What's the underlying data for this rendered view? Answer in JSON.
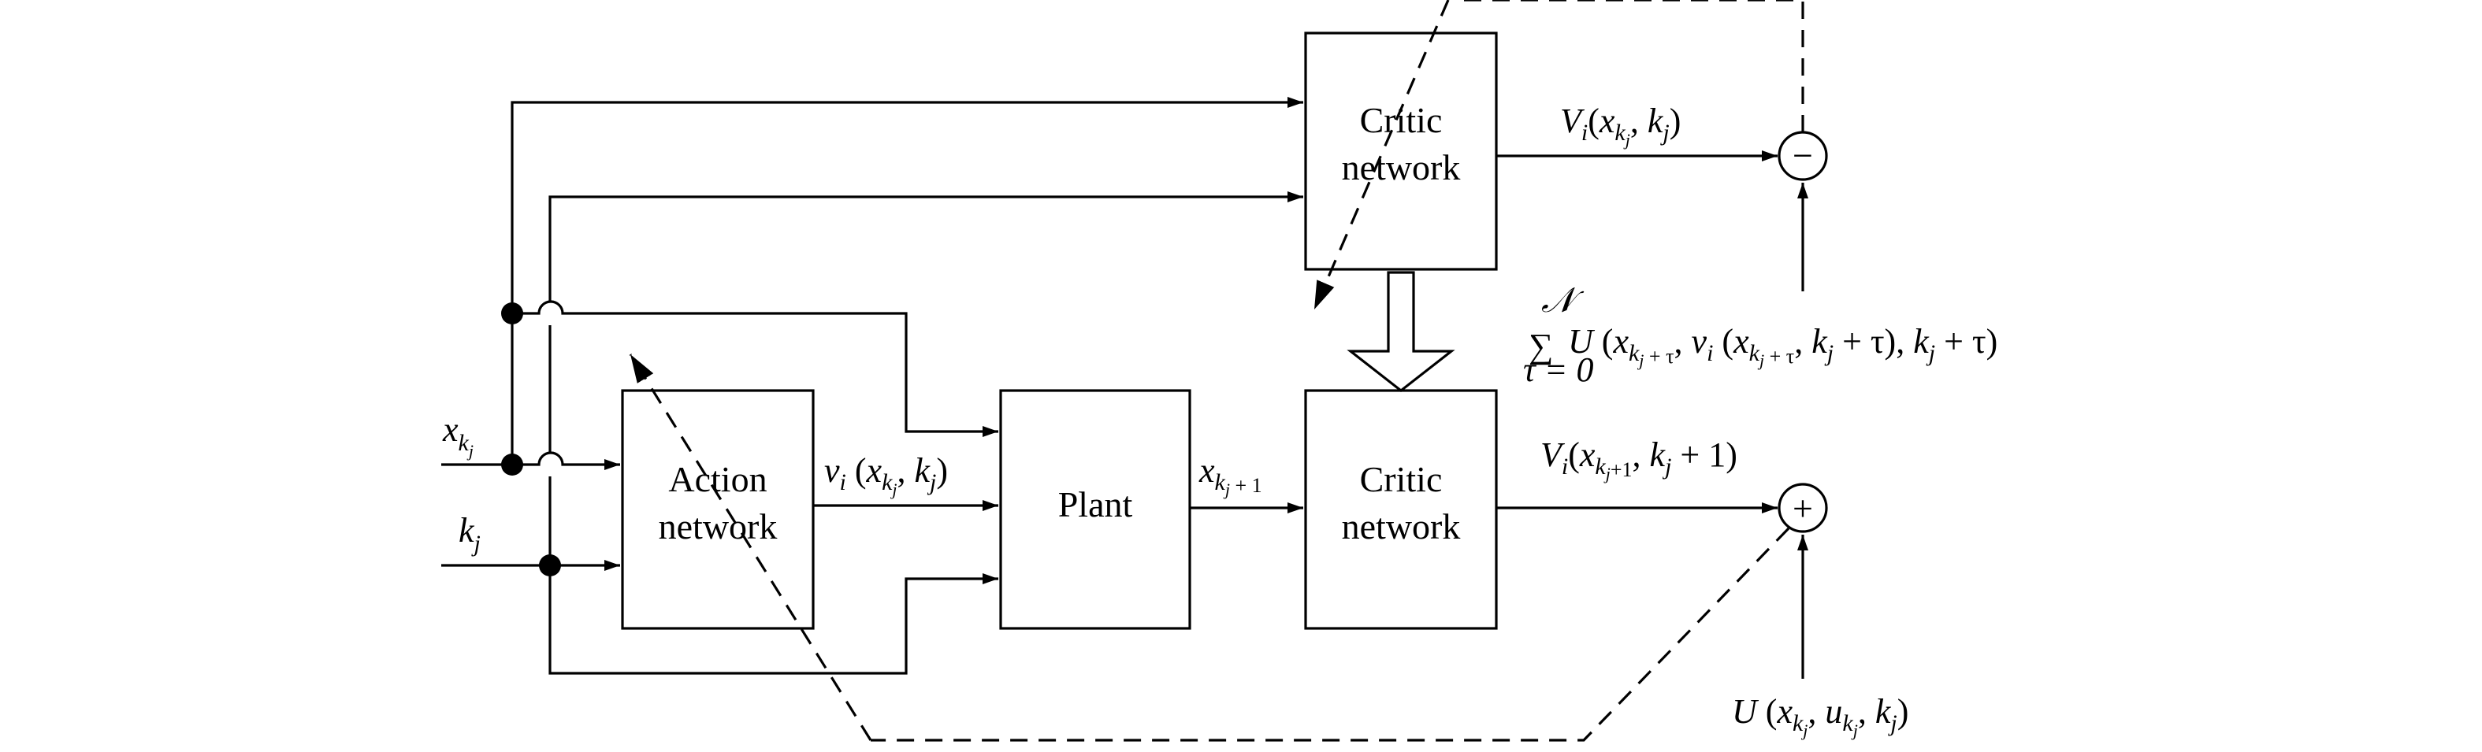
{
  "blocks": {
    "critic_top": [
      "Critic",
      "network"
    ],
    "action": [
      "Action",
      "network"
    ],
    "plant": [
      "Plant"
    ],
    "critic_bottom": [
      "Critic",
      "network"
    ]
  },
  "inputs": {
    "x": {
      "base": "x",
      "sub": "k",
      "subsub": "j"
    },
    "k": {
      "base": "k",
      "sub": "j"
    }
  },
  "signals": {
    "v_label": "v_i(x_{k_j}, k_j)",
    "x_next": "x_{k_j+1}",
    "V_top": "V_i(x_{k_j}, k_j)",
    "V_bottom": "V_i(x_{k_j+1}, k_j+1)",
    "sum_label": "Σ_{τ=0}^{N} U(x_{k_j+τ}, v_i(x_{k_j+τ}, k_j+τ), k_j+τ)",
    "U_label": "U(x_{k_j}, u_{k_j}, k_j)"
  },
  "summers": {
    "top_sign": "−",
    "bottom_sign": "+"
  },
  "sum_parts": {
    "upper_limit": "𝒩",
    "sigma": "∑",
    "lower_limit": "τ = 0"
  }
}
